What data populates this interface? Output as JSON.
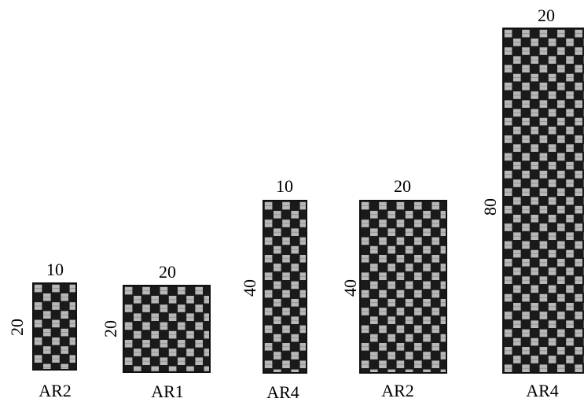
{
  "specimens": [
    {
      "aspect_ratio": "AR2",
      "width": "10",
      "height": "20"
    },
    {
      "aspect_ratio": "AR1",
      "width": "20",
      "height": "20"
    },
    {
      "aspect_ratio": "AR4",
      "width": "10",
      "height": "40"
    },
    {
      "aspect_ratio": "AR2",
      "width": "20",
      "height": "40"
    },
    {
      "aspect_ratio": "AR4",
      "width": "20",
      "height": "80"
    }
  ],
  "colors": {
    "weave_dark": "#1a1a1a",
    "weave_light": "#b8b8b8",
    "border": "#111111"
  }
}
